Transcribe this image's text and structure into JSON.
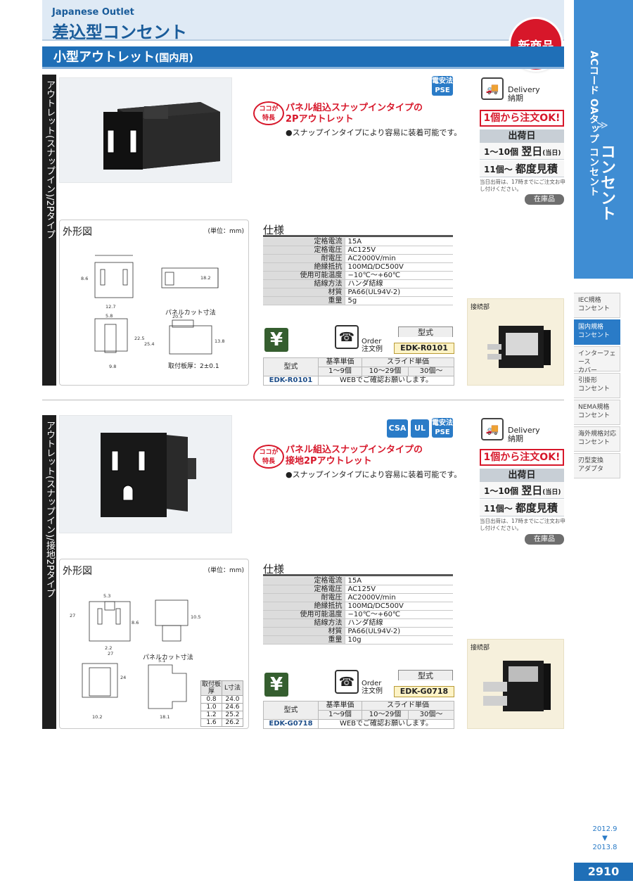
{
  "header": {
    "subtitle": "Japanese Outlet",
    "title": "差込型コンセント",
    "new_badge": "新商品"
  },
  "category_bar": {
    "title": "小型アウトレット",
    "suffix": "(国内用)"
  },
  "right_nav": {
    "section_top": "ACコード OAタップ コンセント",
    "chevron": "≫",
    "section_main": "コンセント",
    "tabs": [
      {
        "label": "IEC規格\nコンセント",
        "active": false
      },
      {
        "label": "国内規格\nコンセント",
        "active": true
      },
      {
        "label": "インターフェース\nカバー",
        "active": false
      },
      {
        "label": "引掛形\nコンセント",
        "active": false
      },
      {
        "label": "NEMA規格\nコンセント",
        "active": false
      },
      {
        "label": "海外規格対応\nコンセント",
        "active": false
      },
      {
        "label": "刃型変換\nアダプタ",
        "active": false
      }
    ],
    "dates": {
      "from": "2012.9",
      "arrow": "▼",
      "to": "2013.8"
    },
    "page_number": "2910"
  },
  "products": [
    {
      "side_label": "アウトレット(スナップイン)/2Pタイプ",
      "certs": [
        "電安法\nPSE"
      ],
      "feature_badge": "ココが\n特長",
      "feature_title_1": "パネル組込スナップインタイプの",
      "feature_title_2": "2Pアウトレット",
      "feature_body": "●スナップインタイプにより容易に装着可能です。",
      "delivery": {
        "label_en": "Delivery",
        "label_jp": "納期",
        "order_ok": "1個から注文OK!",
        "ship_title": "出荷日",
        "row1_qty": "1〜10個",
        "row1_val": "翌日",
        "row1_note": "(当日)",
        "row2_qty": "11個〜",
        "row2_val": "都度見積",
        "note": "当日出荷は、17時までにご注文お申し付けください。",
        "stock": "在庫品"
      },
      "outline": {
        "label": "外形図",
        "unit": "(単位：mm)",
        "panel_cut": "パネルカット寸法",
        "plate": "取付板厚：2±0.1"
      },
      "spec_title": "仕様",
      "specs": [
        {
          "k": "定格電流",
          "v": "15A"
        },
        {
          "k": "定格電圧",
          "v": "AC125V"
        },
        {
          "k": "耐電圧",
          "v": "AC2000V/min"
        },
        {
          "k": "絶縁抵抗",
          "v": "100MΩ/DC500V"
        },
        {
          "k": "使用可能温度",
          "v": "−10℃〜+60℃"
        },
        {
          "k": "結線方法",
          "v": "ハンダ結線"
        },
        {
          "k": "材質",
          "v": "PA66(UL94V-2)"
        },
        {
          "k": "重量",
          "v": "5g"
        }
      ],
      "connection_label": "接続部",
      "order": {
        "en": "Order",
        "jp": "注文例",
        "kata_label": "型式",
        "model": "EDK-R0101"
      },
      "price": {
        "col_model": "型式",
        "col_base": "基準単価",
        "col_slide": "スライド単価",
        "q1": "1〜9個",
        "q2": "10〜29個",
        "q3": "30個〜",
        "model": "EDK-R0101",
        "msg": "WEBでご確認お願いします。"
      }
    },
    {
      "side_label": "アウトレット(スナップイン)/接地2Pタイプ",
      "certs": [
        "CSA",
        "UL",
        "電安法\nPSE"
      ],
      "feature_badge": "ココが\n特長",
      "feature_title_1": "パネル組込スナップインタイプの",
      "feature_title_2": "接地2Pアウトレット",
      "feature_body": "●スナップインタイプにより容易に装着可能です。",
      "delivery": {
        "label_en": "Delivery",
        "label_jp": "納期",
        "order_ok": "1個から注文OK!",
        "ship_title": "出荷日",
        "row1_qty": "1〜10個",
        "row1_val": "翌日",
        "row1_note": "(当日)",
        "row2_qty": "11個〜",
        "row2_val": "都度見積",
        "note": "当日出荷は、17時までにご注文お申し付けください。",
        "stock": "在庫品"
      },
      "outline": {
        "label": "外形図",
        "unit": "(単位：mm)",
        "panel_cut": "パネルカット寸法",
        "plate_head": [
          "取付板厚",
          "L寸法"
        ],
        "plate_rows": [
          [
            "0.8",
            "24.0"
          ],
          [
            "1.0",
            "24.6"
          ],
          [
            "1.2",
            "25.2"
          ],
          [
            "1.6",
            "26.2"
          ]
        ]
      },
      "spec_title": "仕様",
      "specs": [
        {
          "k": "定格電流",
          "v": "15A"
        },
        {
          "k": "定格電圧",
          "v": "AC125V"
        },
        {
          "k": "耐電圧",
          "v": "AC2000V/min"
        },
        {
          "k": "絶縁抵抗",
          "v": "100MΩ/DC500V"
        },
        {
          "k": "使用可能温度",
          "v": "−10℃〜+60℃"
        },
        {
          "k": "結線方法",
          "v": "ハンダ結線"
        },
        {
          "k": "材質",
          "v": "PA66(UL94V-2)"
        },
        {
          "k": "重量",
          "v": "10g"
        }
      ],
      "connection_label": "接続部",
      "order": {
        "en": "Order",
        "jp": "注文例",
        "kata_label": "型式",
        "model": "EDK-G0718"
      },
      "price": {
        "col_model": "型式",
        "col_base": "基準単価",
        "col_slide": "スライド単価",
        "q1": "1〜9個",
        "q2": "10〜29個",
        "q3": "30個〜",
        "model": "EDK-G0718",
        "msg": "WEBでご確認お願いします。"
      }
    }
  ]
}
